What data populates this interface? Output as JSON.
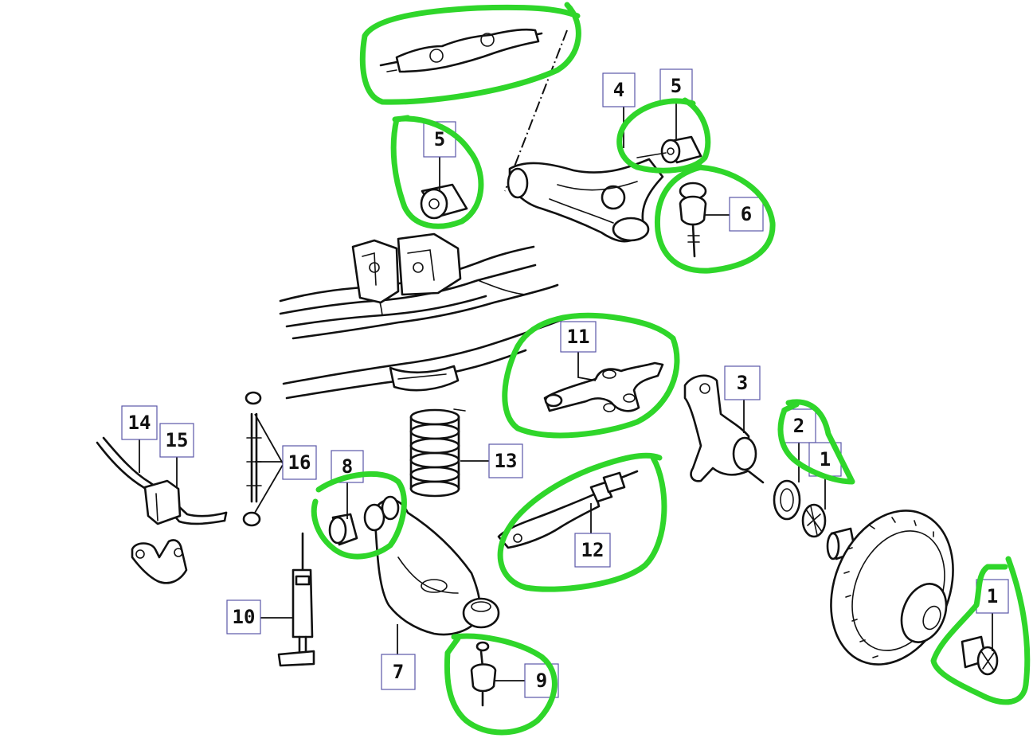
{
  "diagram": {
    "callouts": [
      "4",
      "5",
      "5",
      "6",
      "11",
      "3",
      "2",
      "1",
      "14",
      "15",
      "16",
      "8",
      "13",
      "12",
      "1",
      "10",
      "7",
      "9"
    ]
  },
  "colors": {
    "highlight": "#2fd62a",
    "line": "#111111",
    "callout_border": "#5b58a8",
    "background": "#ffffff"
  }
}
